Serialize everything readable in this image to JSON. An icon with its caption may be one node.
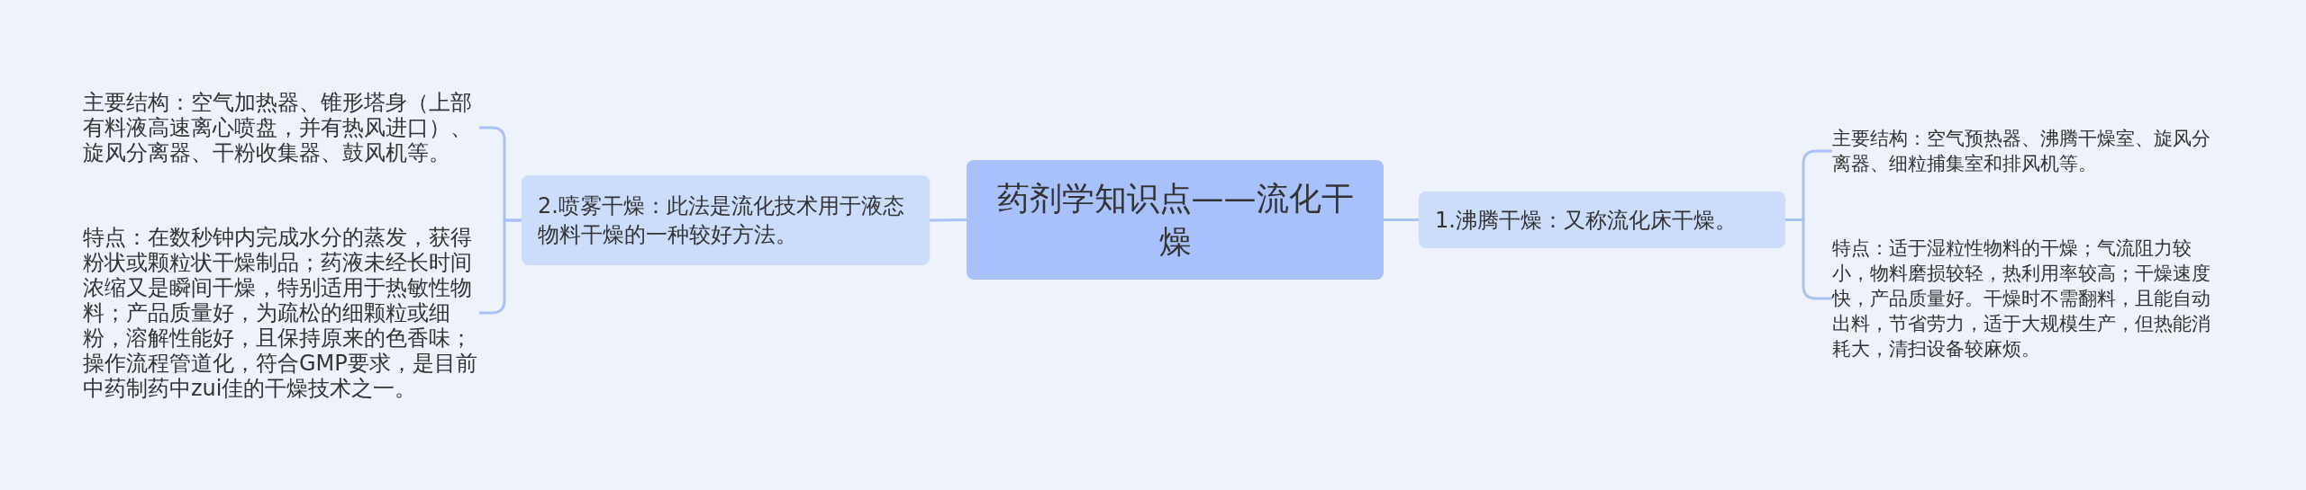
{
  "diagram": {
    "nodes": [
      {
        "text": [
          "药剂学知识点——流化干燥"
        ]
      },
      {
        "text": [
          "2.喷雾干燥：此法是流化技术用于液态物料干燥的一种较好方法。"
        ]
      },
      {
        "text": [
          "主要结构：空气加热器、锥形塔身（上部有料液高速离心喷盘，并有热风进口）、旋风分离器、干粉收集器、鼓风机等。"
        ]
      },
      {
        "text": [
          "特点：在数秒钟内完成水分的蒸发，获得粉状或颗粒状干燥制品；药液未经长时间浓缩又是瞬间干燥，特别适用于热敏性物料；产品质量好，为疏松的细颗粒或细粉，溶解性能好，且保持原来的色香味；操作流程管道化，符合GMP要求，是目前中药制药中zui佳的干燥技术之一。"
        ]
      },
      {
        "text": [
          "1.沸腾干燥：又称流化床干燥。"
        ]
      },
      {
        "text": [
          "主要结构：空气预热器、沸腾干燥室、旋风分离器、细粒捕集室和排风机等。"
        ]
      },
      {
        "text": [
          "特点：适于湿粒性物料的干燥；气流阻力较小，物料磨损较轻，热利用率较高；干燥速度快，产品质量好。干燥时不需翻料，且能自动出料，节省劳力，适于大规模生产，但热能消耗大，清扫设备较麻烦。"
        ]
      }
    ],
    "edges": [
      {
        "from": 0,
        "to": 1,
        "arrow": "none"
      },
      {
        "from": 1,
        "to": 2,
        "arrow": "none"
      },
      {
        "from": 1,
        "to": 3,
        "arrow": "none"
      },
      {
        "from": 0,
        "to": 4,
        "arrow": "none"
      },
      {
        "from": 4,
        "to": 5,
        "arrow": "none"
      },
      {
        "from": 4,
        "to": 6,
        "arrow": "none"
      }
    ]
  }
}
